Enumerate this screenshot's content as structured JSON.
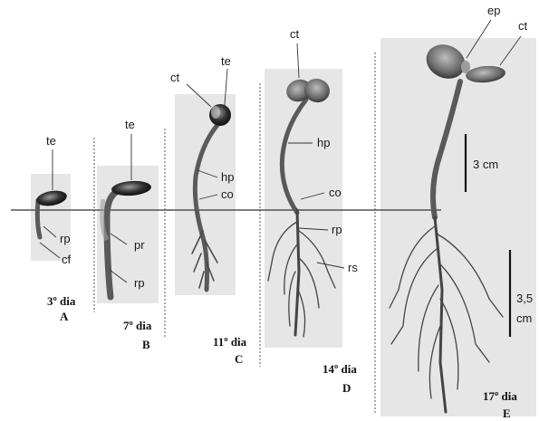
{
  "stages": [
    {
      "day": "3º dia",
      "letter": "A",
      "labels": [
        "te",
        "rp",
        "cf"
      ]
    },
    {
      "day": "7º dia",
      "letter": "B",
      "labels": [
        "te",
        "pr",
        "rp"
      ]
    },
    {
      "day": "11º dia",
      "letter": "C",
      "labels": [
        "ct",
        "te",
        "hp",
        "co"
      ]
    },
    {
      "day": "14º dia",
      "letter": "D",
      "labels": [
        "ct",
        "hp",
        "co",
        "rp",
        "rs"
      ]
    },
    {
      "day": "17º dia",
      "letter": "E",
      "labels": [
        "ep",
        "ct"
      ]
    }
  ],
  "scale_bars": [
    {
      "label": "3 cm"
    },
    {
      "label_line1": "3,5",
      "label_line2": "cm"
    }
  ],
  "colors": {
    "panel": "#e6e6e6",
    "line": "#444444",
    "text": "#1a1a1a"
  }
}
